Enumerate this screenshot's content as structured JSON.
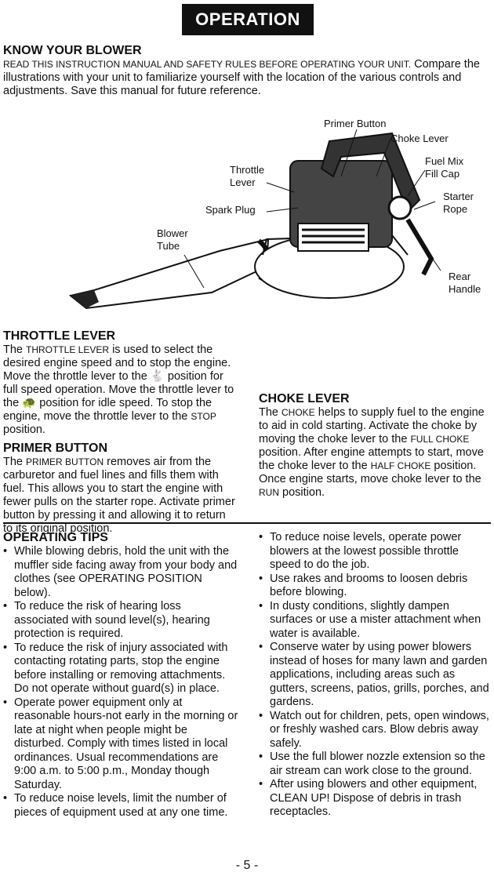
{
  "header": {
    "title": "OPERATION"
  },
  "know": {
    "heading": "KNOW YOUR BLOWER",
    "intro_caps": "READ THIS INSTRUCTION MANUAL AND SAFETY RULES BEFORE OPERATING YOUR UNIT.",
    "intro_rest": " Compare the illustrations with your unit to familiarize yourself with the location of the various controls and adjustments. Save this manual for future reference."
  },
  "figure": {
    "labels": {
      "primer_button": "Primer Button",
      "choke_lever": "Choke Lever",
      "fuel_mix_1": "Fuel Mix",
      "fuel_mix_2": "Fill Cap",
      "throttle_1": "Throttle",
      "throttle_2": "Lever",
      "spark_plug": "Spark Plug",
      "starter_1": "Starter",
      "starter_2": "Rope",
      "blower_1": "Blower",
      "blower_2": "Tube",
      "rear_1": "Rear",
      "rear_2": "Handle"
    }
  },
  "throttle": {
    "heading": "THROTTLE LEVER",
    "t1": "The ",
    "t1_caps": "THROTTLE LEVER",
    "t1_rest": " is used to select the desired engine speed and to stop the engine. Move the throttle lever to the ",
    "fast_icon": "rabbit-icon",
    "t2": " position for full speed operation. Move the throttle lever to the ",
    "slow_icon": "turtle-icon",
    "t3": " position for idle speed. To stop the engine, move the throttle lever to the ",
    "t3_caps": "STOP",
    "t3_rest": " position."
  },
  "primer": {
    "heading": "PRIMER BUTTON",
    "p1": "The ",
    "p1_caps": "PRIMER BUTTON",
    "p1_rest": " removes air from the carburetor and fuel lines and fills them with fuel. This allows you to start the engine with fewer pulls on the starter rope. Activate primer button by pressing it and allowing it to return to its original position."
  },
  "choke": {
    "heading": "CHOKE LEVER",
    "c1": "The ",
    "c1_caps": "CHOKE",
    "c1_rest": " helps to supply fuel to the engine to aid in cold starting. Activate the choke by moving the choke lever to the ",
    "c2_caps": "FULL CHOKE",
    "c2_rest": " position. After engine attempts to start, move the choke lever to the ",
    "c3_caps": "HALF CHOKE",
    "c3_rest": " position. Once engine starts, move choke lever to the ",
    "c4_caps": "RUN",
    "c4_rest": " position."
  },
  "tips": {
    "heading": "OPERATING TIPS",
    "left": [
      "While blowing debris, hold the unit with the muffler side facing away from your body and clothes (see OPERATING POSITION below).",
      "To reduce the risk of hearing loss associated with sound level(s), hearing protection is required.",
      "To reduce the risk of injury associated with contacting rotating parts, stop the engine before installing or removing attachments. Do not operate without guard(s) in place.",
      "Operate power equipment only at reasonable hours-not early in the morning or late at night when people might be disturbed. Comply with times listed in local ordinances. Usual recommendations are 9:00 a.m. to 5:00 p.m., Monday though Saturday.",
      "To reduce noise levels, limit the number of pieces of equipment used at any one time."
    ],
    "right": [
      "To reduce noise levels, operate power blowers at the lowest possible throttle speed to do the job.",
      "Use rakes and brooms to loosen debris before blowing.",
      "In dusty conditions, slightly dampen surfaces or use a mister attachment when water is available.",
      "Conserve water by using power blowers instead of hoses for many lawn and garden applications, including areas such as gutters, screens, patios, grills, porches, and gardens.",
      "Watch out for children, pets, open windows, or freshly washed cars. Blow debris away safely.",
      "Use the full blower nozzle extension so the air stream can work close to the ground.",
      "After using blowers and other equipment, CLEAN UP! Dispose of debris in trash receptacles."
    ]
  },
  "footer": {
    "page": "- 5 -"
  }
}
